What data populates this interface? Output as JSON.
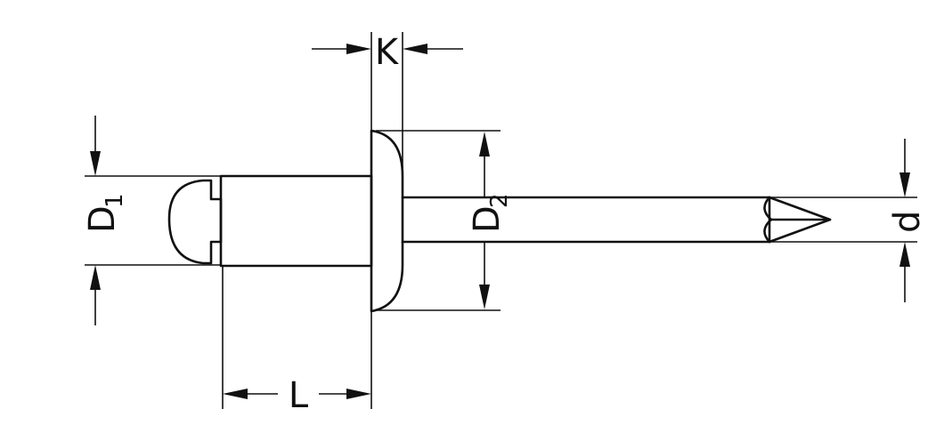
{
  "diagram": {
    "labels": {
      "k": "K",
      "d1_main": "D",
      "d1_sub": "1",
      "d2_main": "D",
      "d2_sub": "2",
      "l": "L",
      "d": "d"
    },
    "colors": {
      "line": "#111111",
      "background": "#ffffff"
    }
  }
}
